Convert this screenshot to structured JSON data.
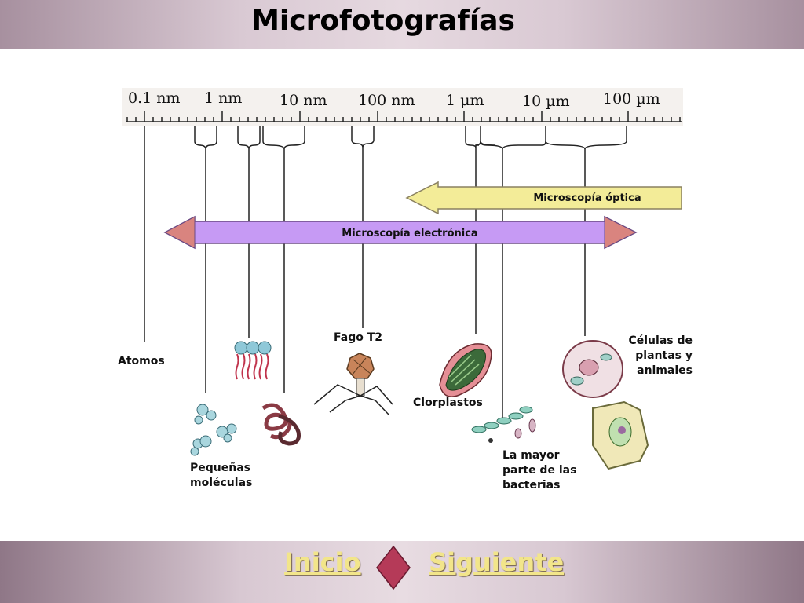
{
  "header": {
    "title": "Microfotografías"
  },
  "scale": {
    "labels": [
      "0.1 nm",
      "1 nm",
      "10 nm",
      "100 nm",
      "1 µm",
      "10 µm",
      "100 µm"
    ]
  },
  "arrows": {
    "optical": "Microscopía óptica",
    "electron": "Microscopía electrónica"
  },
  "items": {
    "atoms": "Atomos",
    "small_molecules": [
      "Pequeñas",
      "moléculas"
    ],
    "phage": "Fago T2",
    "chloroplasts": "Clorplastos",
    "bacteria": [
      "La mayor",
      "parte de las",
      "bacterias"
    ],
    "cells": [
      "Células de",
      "plantas y",
      "animales"
    ]
  },
  "footer": {
    "start": "Inicio",
    "next": "Siguiente"
  },
  "colors": {
    "optical_arrow": "#f3ec98",
    "electron_arrow": "#c69af4",
    "arrow_head": "#d9847f",
    "nav_text": "#f2e58a",
    "diamond": "#b53a58"
  }
}
